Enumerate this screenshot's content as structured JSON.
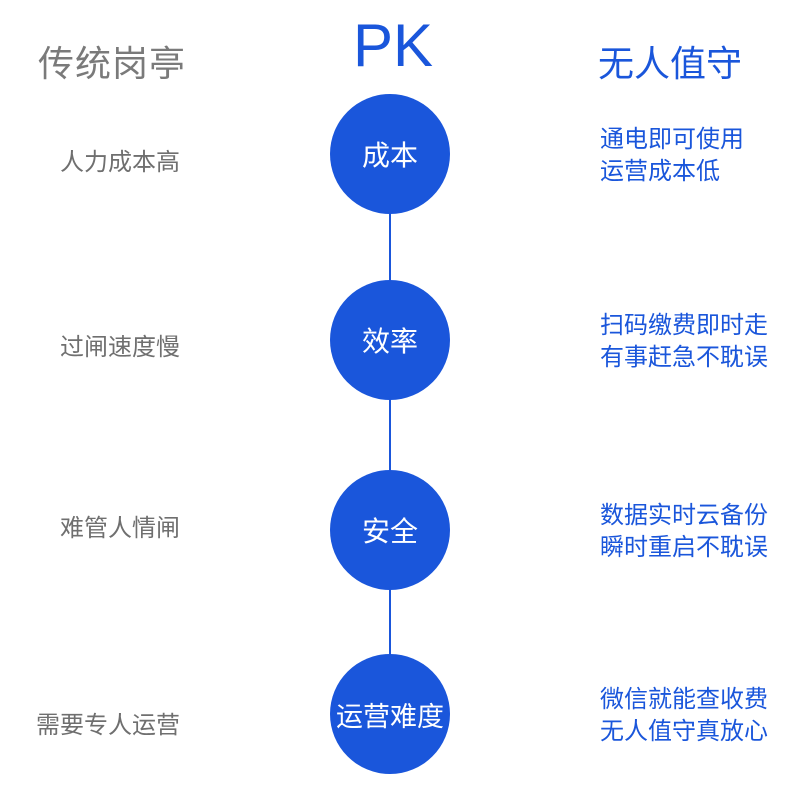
{
  "header": {
    "left_title": "传统岗亭",
    "center_title": "PK",
    "right_title": "无人值守"
  },
  "rows": [
    {
      "left": "人力成本高",
      "center": "成本",
      "right": [
        "通电即可使用",
        "运营成本低"
      ]
    },
    {
      "left": "过闸速度慢",
      "center": "效率",
      "right": [
        "扫码缴费即时走",
        "有事赶急不耽误"
      ]
    },
    {
      "left": "难管人情闸",
      "center": "安全",
      "right": [
        "数据实时云备份",
        "瞬时重启不耽误"
      ]
    },
    {
      "left": "需要专人运营",
      "center": "运营难度",
      "right": [
        "微信就能查收费",
        "无人值守真放心"
      ]
    }
  ],
  "colors": {
    "accent": "#1a56db",
    "muted_text": "#6f6f6f",
    "background": "#ffffff"
  }
}
